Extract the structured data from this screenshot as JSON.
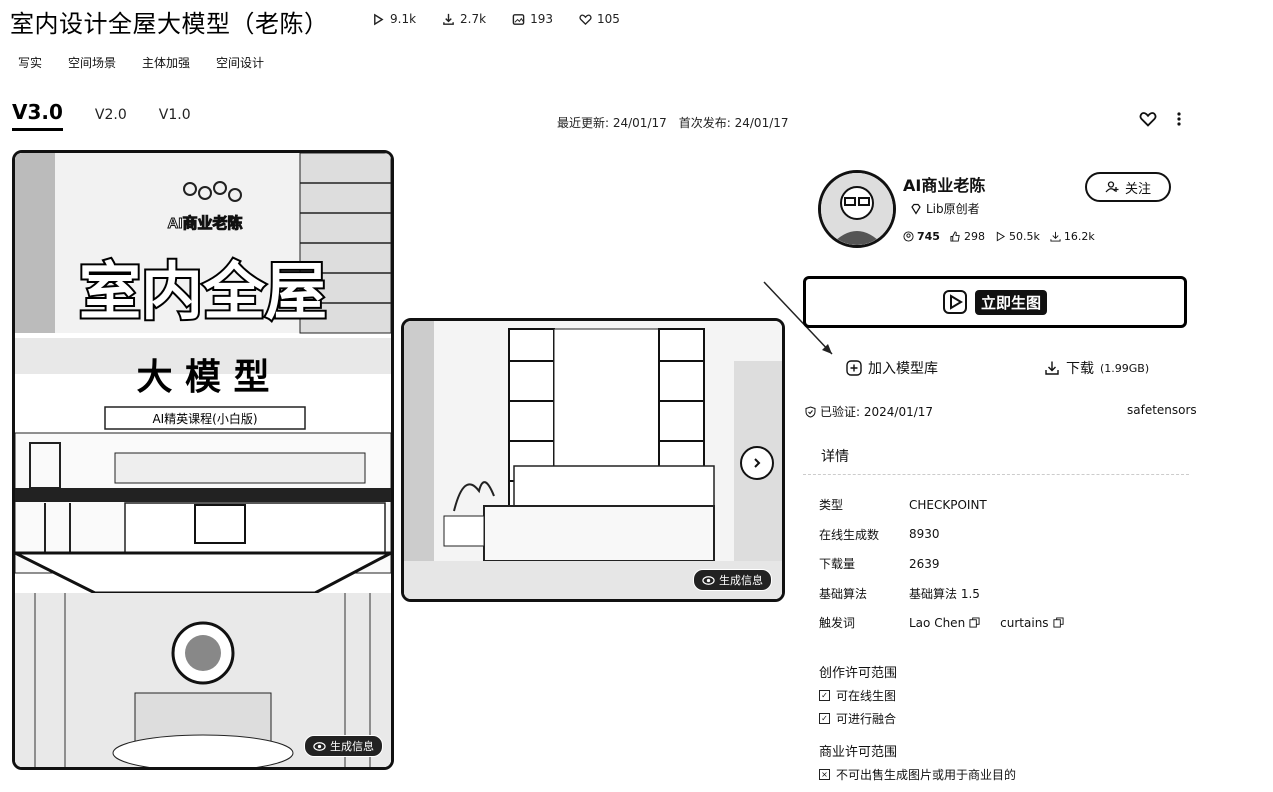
{
  "header": {
    "title": "室内设计全屋大模型（老陈）",
    "stats": {
      "runs": "9.1k",
      "downloads": "2.7k",
      "images": "193",
      "likes": "105"
    }
  },
  "tags": [
    "写实",
    "空间场景",
    "主体加强",
    "空间设计"
  ],
  "versions": [
    "V3.0",
    "V2.0",
    "V1.0"
  ],
  "dates": {
    "updated": "最近更新: 24/01/17",
    "published": "首次发布: 24/01/17"
  },
  "gallery": {
    "big_text_1": "室内全屋",
    "big_text_2": "大 模 型",
    "big_brand": "AI商业老陈",
    "big_sub": "AI精英课程(小白版)",
    "gen_info_label": "生成信息"
  },
  "author": {
    "name": "AI商业老陈",
    "badge": "Lib原创者",
    "followers": "745",
    "likes": "298",
    "runs": "50.5k",
    "downloads": "16.2k",
    "follow_label": "关注"
  },
  "actions": {
    "generate_label": "立即生图",
    "add_library_label": "加入模型库",
    "download_label": "下载",
    "download_size": "(1.99GB)"
  },
  "verification": {
    "text": "已验证: 2024/01/17",
    "format": "safetensors"
  },
  "details": {
    "heading": "详情",
    "rows": [
      {
        "key": "类型",
        "value": "CHECKPOINT"
      },
      {
        "key": "在线生成数",
        "value": "8930"
      },
      {
        "key": "下载量",
        "value": "2639"
      },
      {
        "key": "基础算法",
        "value": "基础算法 1.5"
      }
    ],
    "trigger_key": "触发词",
    "triggers": [
      "Lao Chen",
      "curtains"
    ]
  },
  "license": {
    "creative_heading": "创作许可范围",
    "creative_items": [
      "可在线生图",
      "可进行融合"
    ],
    "commercial_heading": "商业许可范围",
    "commercial_items": [
      "不可出售生成图片或用于商业目的"
    ]
  },
  "colors": {
    "ink": "#111111",
    "background": "#ffffff"
  }
}
